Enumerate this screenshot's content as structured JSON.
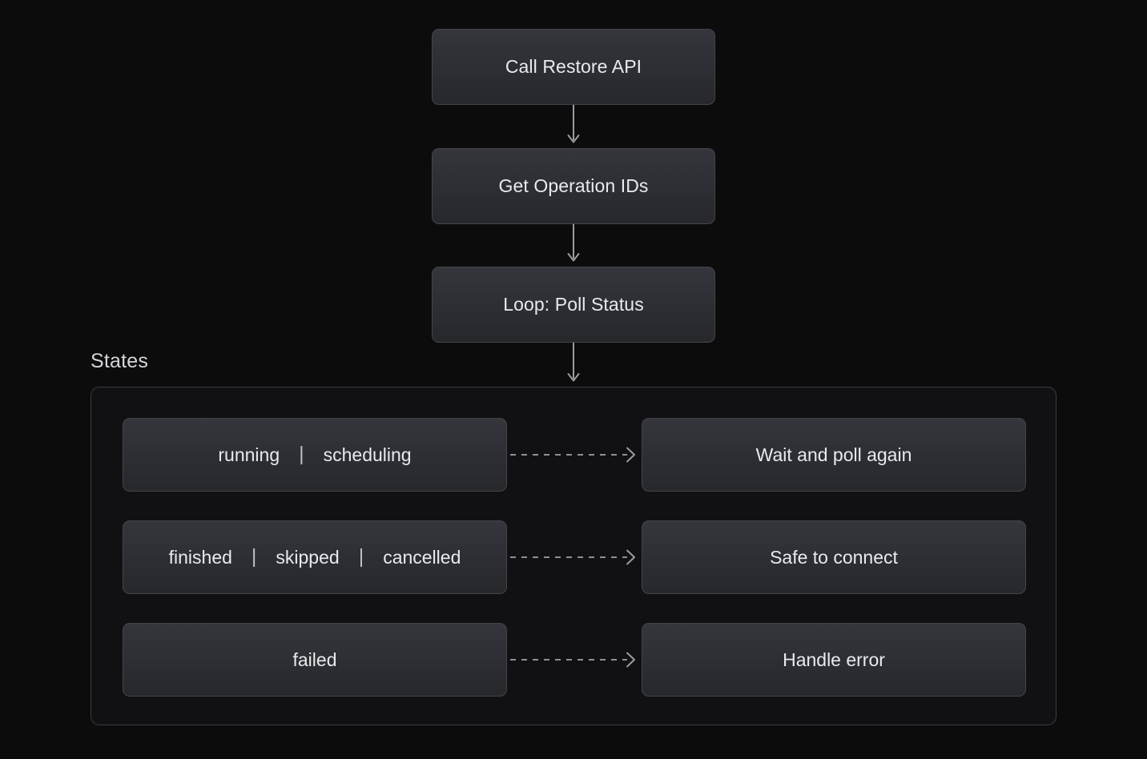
{
  "diagram": {
    "background_color": "#0c0c0d",
    "node_fill_top": "#34363c",
    "node_fill_bottom": "#26282c",
    "node_border_color": "#43454b",
    "container_fill": "#111113",
    "container_border_color": "#3b3d43",
    "text_color": "#e9eaec",
    "edge_color": "#9a9ca1"
  },
  "flow": {
    "steps": [
      {
        "id": "call-restore-api",
        "label": "Call Restore API"
      },
      {
        "id": "get-operation-ids",
        "label": "Get Operation IDs"
      },
      {
        "id": "loop-poll-status",
        "label": "Loop: Poll Status"
      }
    ]
  },
  "subgraph": {
    "title": "States",
    "rows": [
      {
        "id": "running-scheduling",
        "states": [
          "running",
          "scheduling"
        ],
        "separator": "|",
        "action": "Wait and poll again",
        "edge_style": "dashed"
      },
      {
        "id": "finished-skipped-cancelled",
        "states": [
          "finished",
          "skipped",
          "cancelled"
        ],
        "separator": "|",
        "action": "Safe to connect",
        "edge_style": "dashed"
      },
      {
        "id": "failed",
        "states": [
          "failed"
        ],
        "separator": "|",
        "action": "Handle error",
        "edge_style": "dashed"
      }
    ]
  }
}
